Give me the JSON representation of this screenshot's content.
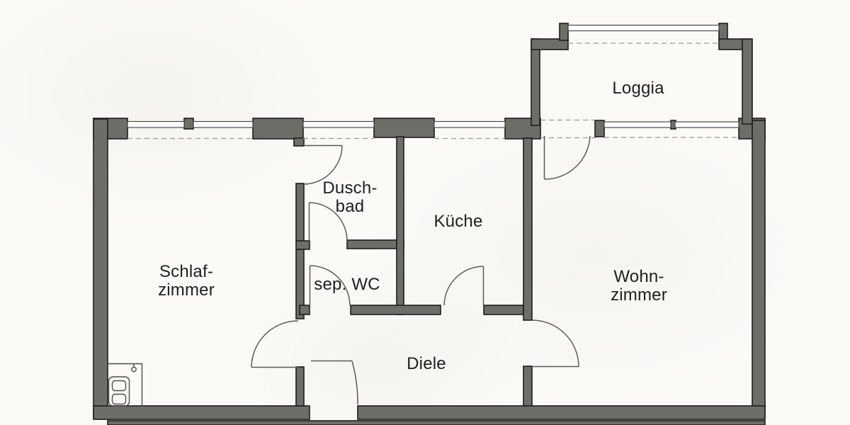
{
  "document_type": "floor-plan",
  "rooms": [
    {
      "id": "loggia",
      "lines": [
        "Loggia"
      ]
    },
    {
      "id": "duschbad",
      "lines": [
        "Dusch-",
        "bad"
      ]
    },
    {
      "id": "kueche",
      "lines": [
        "Küche"
      ]
    },
    {
      "id": "sep-wc",
      "lines": [
        "sep. WC"
      ]
    },
    {
      "id": "schlafzimmer",
      "lines": [
        "Schlaf-",
        "zimmer"
      ]
    },
    {
      "id": "wohnzimmer",
      "lines": [
        "Wohn-",
        "zimmer"
      ]
    },
    {
      "id": "diele",
      "lines": [
        "Diele"
      ]
    }
  ],
  "icons": [
    {
      "name": "plumbing-fixture-icon",
      "location": "schlafzimmer"
    }
  ],
  "colors": {
    "wall_fill": "#6e6e69",
    "wall_outline": "#1d1d1b",
    "thin_line": "#4a4a46",
    "dashed_line": "#9b9b94",
    "text": "#1f1f1d",
    "background": "#fbfaf7"
  }
}
